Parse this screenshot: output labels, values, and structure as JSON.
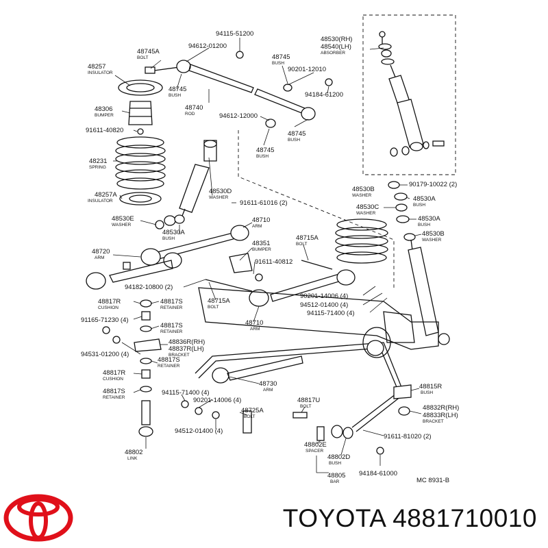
{
  "diagram": {
    "ref_code": "MC 8931-B",
    "labels": [
      {
        "num": "94115-51200",
        "desc": ""
      },
      {
        "num": "94612-01200",
        "desc": ""
      },
      {
        "num": "48745A",
        "desc": "BOLT"
      },
      {
        "num": "48257",
        "desc": "INSULATOR"
      },
      {
        "num": "48745",
        "desc": "BUSH"
      },
      {
        "num": "48740",
        "desc": "ROD"
      },
      {
        "num": "48306",
        "desc": "BUMPER"
      },
      {
        "num": "91611-40820",
        "desc": ""
      },
      {
        "num": "48745",
        "desc": "BUSH"
      },
      {
        "num": "90201-12010",
        "desc": ""
      },
      {
        "num": "94184-61200",
        "desc": ""
      },
      {
        "num": "94612-12000",
        "desc": ""
      },
      {
        "num": "48745",
        "desc": "BUSH"
      },
      {
        "num": "48745",
        "desc": "BUSH"
      },
      {
        "num": "48530(RH)",
        "desc": ""
      },
      {
        "num": "48540(LH)",
        "desc": "ABSORBER"
      },
      {
        "num": "48231",
        "desc": "SPRING"
      },
      {
        "num": "48257A",
        "desc": "INSULATOR"
      },
      {
        "num": "48530D",
        "desc": "WASHER"
      },
      {
        "num": "91611-61016 (2)",
        "desc": ""
      },
      {
        "num": "48530E",
        "desc": "WASHER"
      },
      {
        "num": "48530A",
        "desc": "BUSH"
      },
      {
        "num": "48710",
        "desc": "ARM"
      },
      {
        "num": "48530B",
        "desc": "WASHER"
      },
      {
        "num": "90179-10022 (2)",
        "desc": ""
      },
      {
        "num": "48530A",
        "desc": "BUSH"
      },
      {
        "num": "48530C",
        "desc": "WASHER"
      },
      {
        "num": "48530A",
        "desc": "BUSH"
      },
      {
        "num": "48530B",
        "desc": "WASHER"
      },
      {
        "num": "48720",
        "desc": "ARM"
      },
      {
        "num": "48351",
        "desc": "BUMPER"
      },
      {
        "num": "48715A",
        "desc": "BOLT"
      },
      {
        "num": "91611-40812",
        "desc": ""
      },
      {
        "num": "94182-10800 (2)",
        "desc": ""
      },
      {
        "num": "48817R",
        "desc": "CUSHION"
      },
      {
        "num": "48817S",
        "desc": "RETAINER"
      },
      {
        "num": "48715A",
        "desc": "BOLT"
      },
      {
        "num": "90201-14006 (4)",
        "desc": ""
      },
      {
        "num": "94512-01400 (4)",
        "desc": ""
      },
      {
        "num": "94115-71400 (4)",
        "desc": ""
      },
      {
        "num": "48710",
        "desc": "ARM"
      },
      {
        "num": "91165-71230 (4)",
        "desc": ""
      },
      {
        "num": "48817S",
        "desc": "RETAINER"
      },
      {
        "num": "48836R(RH)",
        "desc": ""
      },
      {
        "num": "48837R(LH)",
        "desc": "BRACKET"
      },
      {
        "num": "94531-01200 (4)",
        "desc": ""
      },
      {
        "num": "48817S",
        "desc": "RETAINER"
      },
      {
        "num": "48817R",
        "desc": "CUSHION"
      },
      {
        "num": "48730",
        "desc": "ARM"
      },
      {
        "num": "48817S",
        "desc": "RETAINER"
      },
      {
        "num": "94115-71400 (4)",
        "desc": ""
      },
      {
        "num": "90201-14006 (4)",
        "desc": ""
      },
      {
        "num": "48817U",
        "desc": "BOLT"
      },
      {
        "num": "48725A",
        "desc": "BOLT"
      },
      {
        "num": "94512-01400 (4)",
        "desc": ""
      },
      {
        "num": "48815R",
        "desc": "BUSH"
      },
      {
        "num": "48832R(RH)",
        "desc": ""
      },
      {
        "num": "48833R(LH)",
        "desc": "BRACKET"
      },
      {
        "num": "91611-81020 (2)",
        "desc": ""
      },
      {
        "num": "48802E",
        "desc": "SPACER"
      },
      {
        "num": "48802D",
        "desc": "BUSH"
      },
      {
        "num": "48805",
        "desc": "BAR"
      },
      {
        "num": "94184-61000",
        "desc": ""
      },
      {
        "num": "48802",
        "desc": "LINK"
      }
    ]
  },
  "brand": {
    "text": "TOYOTA 4881710010",
    "logo_color": "#e0101a"
  }
}
